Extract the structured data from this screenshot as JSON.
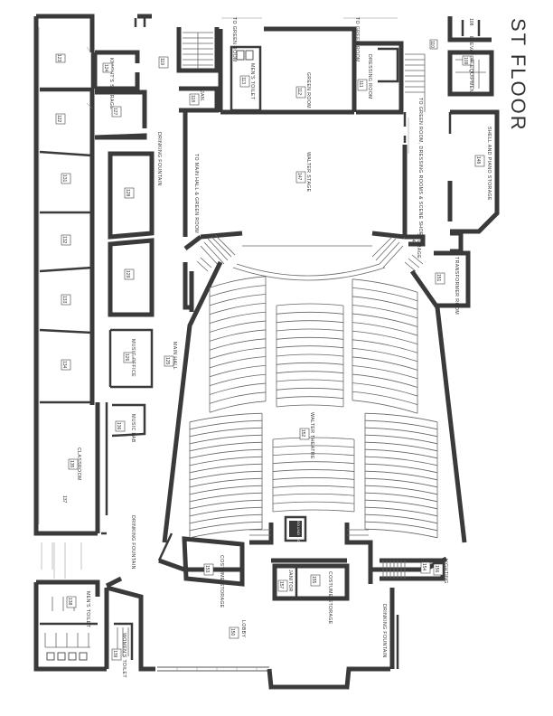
{
  "plan": {
    "title": "ST FLOOR",
    "arrows": {
      "to_green_room_a": "TO GREEN ROOM",
      "to_green_room_b": "TO GREEN ROOM",
      "to_main_hall": "TO MAIN HALL & GREEN ROOM",
      "to_green_room_dressing": "TO GREEN ROOM, DRESSING ROOMS & SCENE SHOP"
    },
    "fountains": {
      "drinking_fountain_1": "DRINKING FOUNTAIN",
      "drinking_fountain_2": "DRINKING FOUNTAIN",
      "drinking_fountain_3": "DRINKING FOUNTAIN"
    },
    "rooms": {
      "r123": "123",
      "knights_storage": "KNIGHT'S STORAGE",
      "r124": "124",
      "r119": "119",
      "mens_toilet_top": "MEN'S TOILET",
      "r113": "113",
      "jan": "JAN.",
      "r118": "118",
      "green_room": "GREEN ROOM",
      "r112": "112",
      "dressing_room": "DRESSING ROOM",
      "r111": "111",
      "r110": "110",
      "elevator_mech": "ELEVATOR EQUIPMENT",
      "r109": "109",
      "r108": "108",
      "r122": "122",
      "r127": "127",
      "r131": "131",
      "r128": "128",
      "r132": "132",
      "r129": "129",
      "r133": "133",
      "r134": "134",
      "r135": "135",
      "music_office": "MUSIC OFFICE",
      "r126": "126",
      "main_hall": "MAIN HALL",
      "r125": "125",
      "music_lab": "MUSIC LAB",
      "r136": "136",
      "classroom": "CLASSROOM",
      "r137": "137",
      "walter_stage": "WALTER STAGE",
      "r147": "147",
      "shell_storage": "SHELL AND PIANO STORAGE",
      "r148": "148",
      "storage_149": "STORAGE",
      "r149": "149",
      "transformer": "TRANSFORMER ROOM",
      "r151": "151",
      "walter_theatre": "WALTER THEATRE",
      "r152": "152",
      "sound_booth": "SOUND BOOTH",
      "costume_storage_l": "COSTUME STORAGE",
      "r153": "153",
      "janitor": "JANITOR",
      "r157": "157",
      "costume_storage_r": "COSTUME STORAGE",
      "r155": "155",
      "r154": "154",
      "lighting": "LIGHTING",
      "r156": "156",
      "mens_toilet_bottom": "MEN'S TOILET",
      "r138": "138",
      "womens_toilet": "WOMEN'S TOILET",
      "r139": "139",
      "lobby": "LOBBY",
      "r150": "150"
    }
  }
}
